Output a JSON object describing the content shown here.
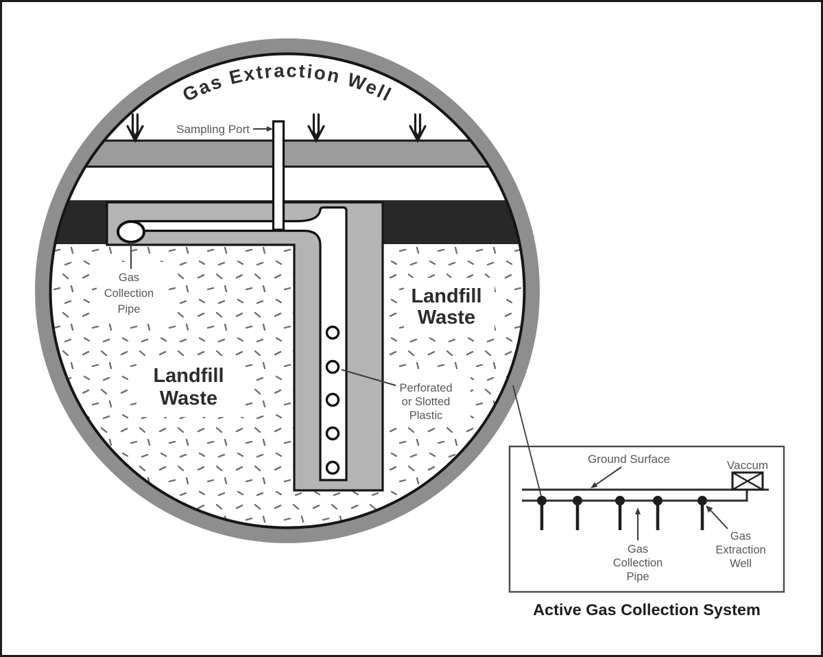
{
  "magnified_view": {
    "title": "Gas Extraction Well",
    "sampling_port_label": "Sampling Port",
    "gas_collection_pipe_label": [
      "Gas",
      "Collection",
      "Pipe"
    ],
    "landfill_waste_left": [
      "Landfill",
      "Waste"
    ],
    "landfill_waste_right": [
      "Landfill",
      "Waste"
    ],
    "perforated_label": [
      "Perforated",
      "or Slotted",
      "Plastic"
    ]
  },
  "inset_diagram": {
    "ground_surface_label": "Ground Surface",
    "vacuum_label": "Vaccum",
    "gas_collection_pipe_label": [
      "Gas",
      "Collection",
      "Pipe"
    ],
    "gas_extraction_well_label": [
      "Gas",
      "Extraction",
      "Well"
    ],
    "caption": "Active Gas Collection System"
  },
  "colors": {
    "ring_gray": "#8e8e8e",
    "cover_soil_gray": "#9c9c9c",
    "clay_cap_dark": "#282828",
    "gravel_gray": "#b4b4b4",
    "label_gray": "#575757",
    "outline_dark": "#161616"
  }
}
